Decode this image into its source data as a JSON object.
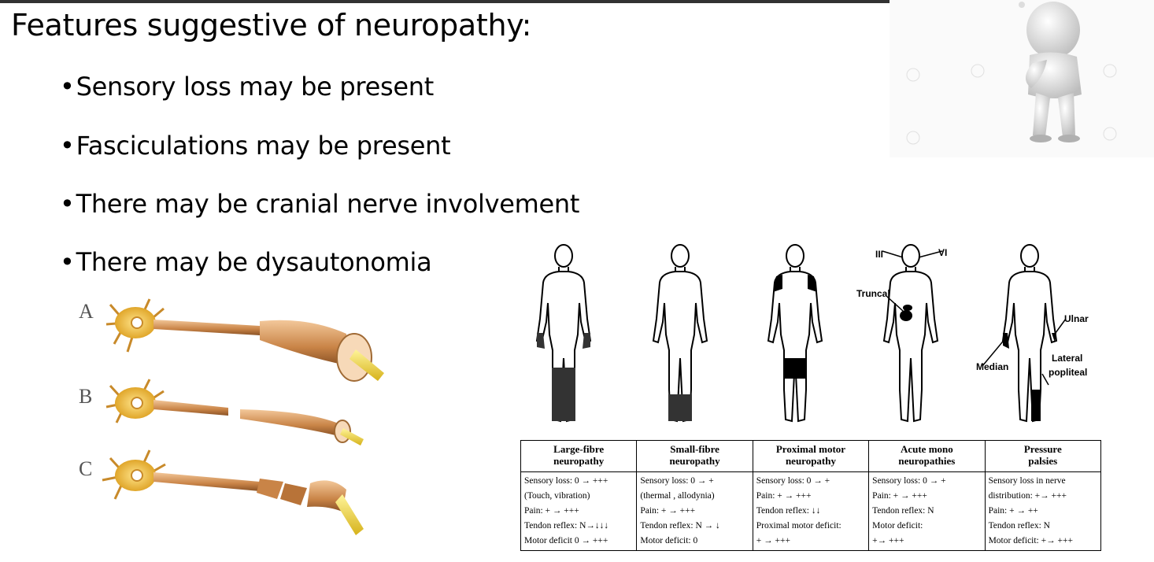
{
  "title": "Features suggestive of neuropathy:",
  "bullets": [
    "Sensory loss may be present",
    "Fasciculations may be present",
    "There may be cranial nerve involvement",
    "There may be dysautonomia"
  ],
  "neuron_labels": [
    "A",
    "B",
    "C"
  ],
  "figure_labels": {
    "cranial_iii": "III",
    "cranial_vi": "VI",
    "truncal": "Truncal",
    "ulnar": "Ulnar",
    "median": "Median",
    "lateral": "Lateral",
    "popliteal": "popliteal"
  },
  "table": {
    "headers": [
      [
        "Large-fibre",
        "neuropathy"
      ],
      [
        "Small-fibre",
        "neuropathy"
      ],
      [
        "Proximal motor",
        "neuropathy"
      ],
      [
        "Acute mono",
        "neuropathies"
      ],
      [
        "Pressure",
        "palsies"
      ]
    ],
    "columns": [
      [
        "Sensory loss: 0 → +++",
        "(Touch, vibration)",
        "Pain:  + → +++",
        "Tendon reflex: N→↓↓↓",
        "Motor deficit 0 → +++"
      ],
      [
        "Sensory loss: 0 → +",
        "(thermal , allodynia)",
        "Pain: + → +++",
        "Tendon reflex: N → ↓",
        "Motor deficit: 0"
      ],
      [
        "Sensory loss: 0 → +",
        "Pain: + → +++",
        "Tendon reflex: ↓↓",
        "Proximal  motor deficit:",
        "+ → +++"
      ],
      [
        "Sensory loss: 0 → +",
        "Pain: + → +++",
        "Tendon reflex: N",
        "Motor deficit:",
        "+→ +++"
      ],
      [
        "Sensory loss in  nerve",
        "distribution: +→ +++",
        "Pain: + → ++",
        "Tendon reflex: N",
        "Motor deficit: +→ +++"
      ]
    ]
  }
}
